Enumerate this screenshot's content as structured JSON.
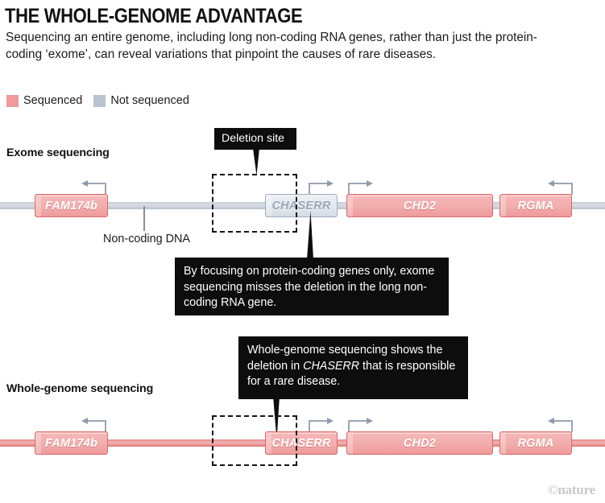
{
  "header": {
    "title": "THE WHOLE-GENOME ADVANTAGE",
    "standfirst": "Sequencing an entire genome, including long non-coding RNA genes, rather than just the protein-coding ‘exome’, can reveal variations that pinpoint the causes of rare diseases."
  },
  "legend": {
    "items": [
      {
        "label": "Sequenced",
        "color": "#ef9b9b"
      },
      {
        "label": "Not sequenced",
        "color": "#b8c3cf"
      }
    ]
  },
  "sections": {
    "exome": {
      "label": "Exome sequencing",
      "genes": [
        {
          "name": "FAM174b",
          "state": "sequenced",
          "direction": "left"
        },
        {
          "name": "CHASERR",
          "state": "not-sequenced",
          "direction": "right"
        },
        {
          "name": "CHD2",
          "state": "sequenced",
          "direction": "right"
        },
        {
          "name": "RGMA",
          "state": "sequenced",
          "direction": "left"
        }
      ]
    },
    "wholegenome": {
      "label": "Whole-genome sequencing",
      "genes": [
        {
          "name": "FAM174b",
          "state": "sequenced",
          "direction": "left"
        },
        {
          "name": "CHASERR",
          "state": "sequenced",
          "direction": "right"
        },
        {
          "name": "CHD2",
          "state": "sequenced",
          "direction": "right"
        },
        {
          "name": "RGMA",
          "state": "sequenced",
          "direction": "left"
        }
      ]
    }
  },
  "annotations": {
    "deletion_site": "Deletion site",
    "non_coding_dna": "Non-coding DNA",
    "callout_exome": "By focusing on protein-coding genes only, exome sequencing misses the deletion in the long non-coding RNA gene.",
    "callout_wgs_part1": "Whole-genome sequencing shows the deletion in ",
    "callout_wgs_gene": "CHASERR",
    "callout_wgs_part2": " that is responsible for a rare disease."
  },
  "credit": "©nature",
  "colors": {
    "sequenced": "#ef9b9b",
    "not_sequenced": "#b8c3cf",
    "callout_bg": "#0d0d0d",
    "chromosome_grey": "#c6ced8",
    "chromosome_pink": "#e88a8a"
  }
}
